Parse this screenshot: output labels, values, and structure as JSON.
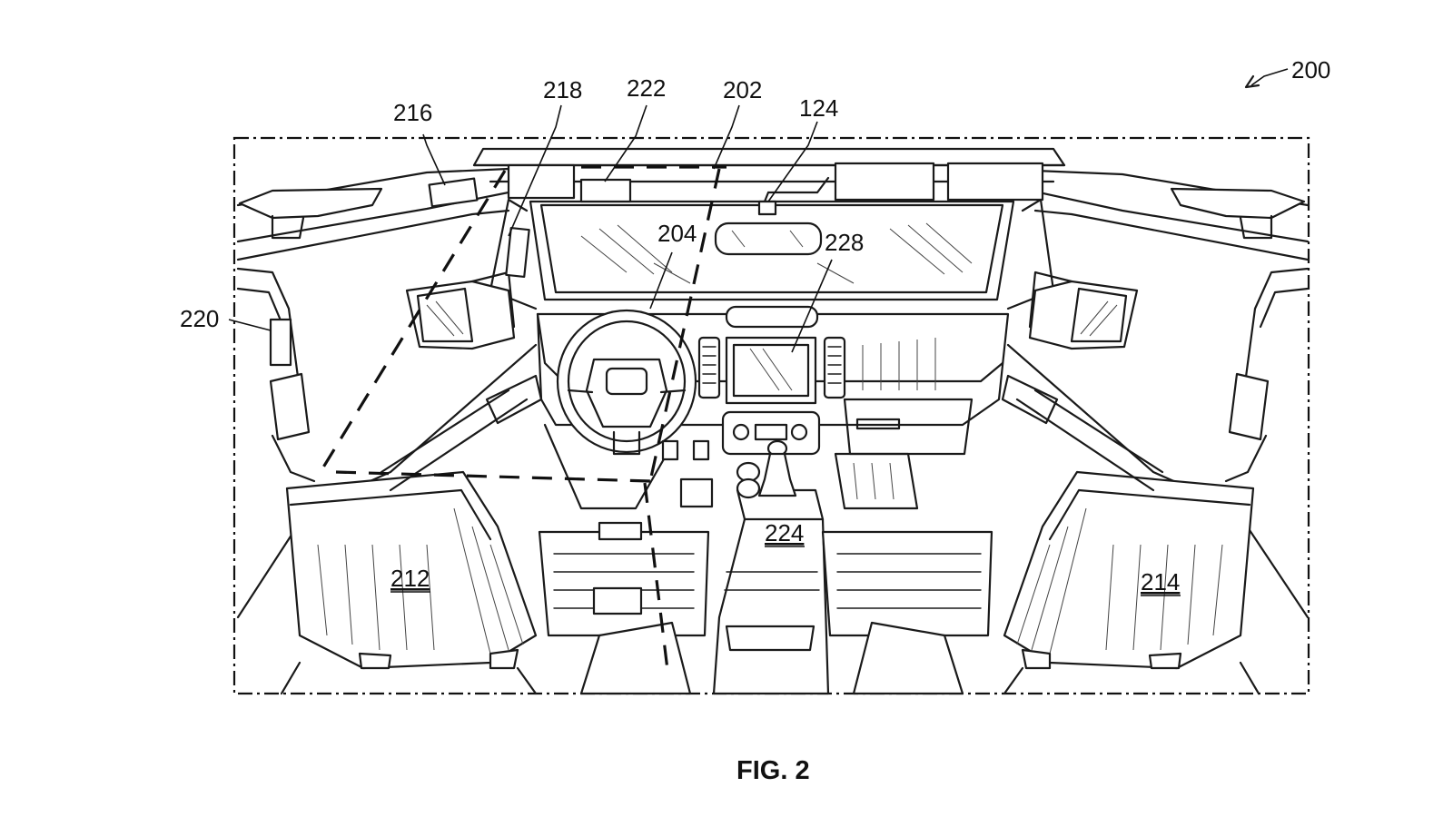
{
  "figure": {
    "caption": "FIG. 2",
    "overall_ref": "200"
  },
  "references": {
    "r216": "216",
    "r218": "218",
    "r222": "222",
    "r202": "202",
    "r124": "124",
    "r204": "204",
    "r228": "228",
    "r220": "220",
    "r212": "212",
    "r224": "224",
    "r214": "214"
  }
}
